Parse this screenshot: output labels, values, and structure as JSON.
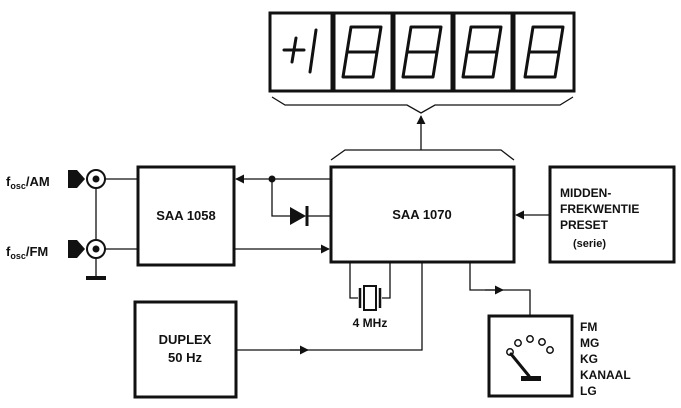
{
  "display": {
    "digits": [
      "+1",
      "8",
      "8",
      "8",
      "8"
    ]
  },
  "inputs": {
    "am_main": "f",
    "am_sub": "osc",
    "am_suffix": "/AM",
    "fm_main": "f",
    "fm_sub": "osc",
    "fm_suffix": "/FM"
  },
  "blocks": {
    "saa1058": "SAA 1058",
    "saa1070": "SAA 1070",
    "preset_line1": "MIDDEN-",
    "preset_line2": "FREKWENTIE",
    "preset_line3": "PRESET",
    "preset_note": "(serie)",
    "duplex_line1": "DUPLEX",
    "duplex_line2": "50 Hz"
  },
  "crystal": {
    "label": "4 MHz"
  },
  "switch": {
    "positions": [
      "FM",
      "MG",
      "KG",
      "KANAAL",
      "LG"
    ]
  },
  "colors": {
    "ink": "#111111",
    "paper": "#ffffff"
  }
}
